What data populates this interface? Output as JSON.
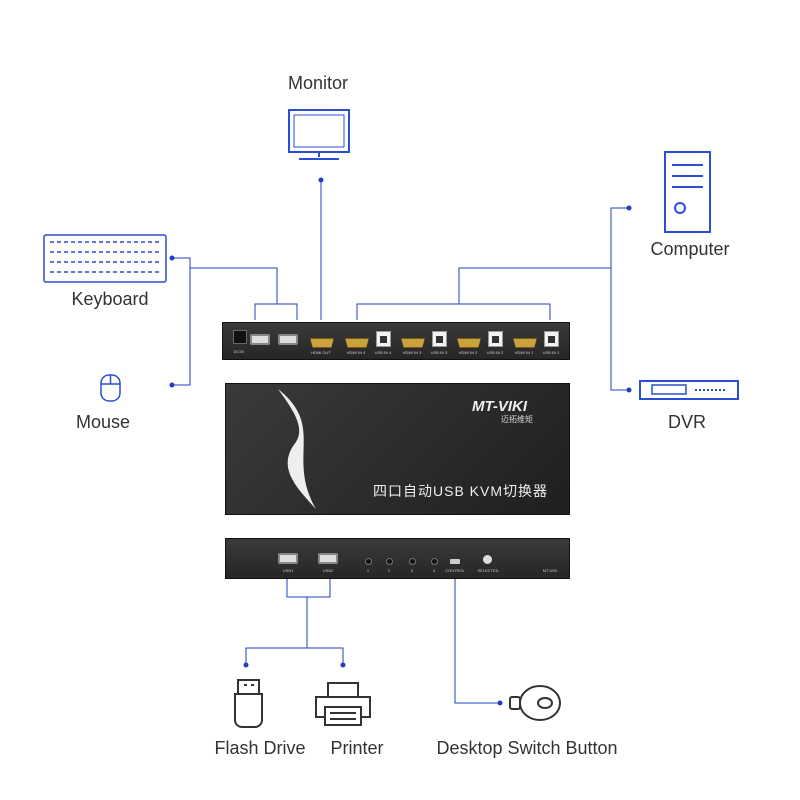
{
  "labels": {
    "monitor": "Monitor",
    "keyboard": "Keyboard",
    "mouse": "Mouse",
    "computer": "Computer",
    "dvr": "DVR",
    "flash_drive": "Flash Drive",
    "printer": "Printer",
    "switch_button": "Desktop Switch Button"
  },
  "back_panel": {
    "ports": [
      "DC5V",
      "HDMI OUT",
      "HDMI IN 4",
      "USB IN 4",
      "HDMI IN 3",
      "USB IN 3",
      "HDMI IN 2",
      "USB IN 2",
      "HDMI IN 1",
      "USB IN 1"
    ]
  },
  "device": {
    "brand": "MT-VIKI",
    "brand_cn": "迈拓维矩",
    "title": "四口自动USB KVM切换器"
  },
  "front_panel": {
    "usb1": "USB1",
    "usb2": "USB2",
    "led_labels": [
      "1",
      "2",
      "3",
      "4"
    ],
    "control": "CONTROL",
    "selected": "SELECTED",
    "model": "MT-VIKI"
  },
  "colors": {
    "line": "#1f3fbf",
    "icon": "#2a4fd0"
  }
}
